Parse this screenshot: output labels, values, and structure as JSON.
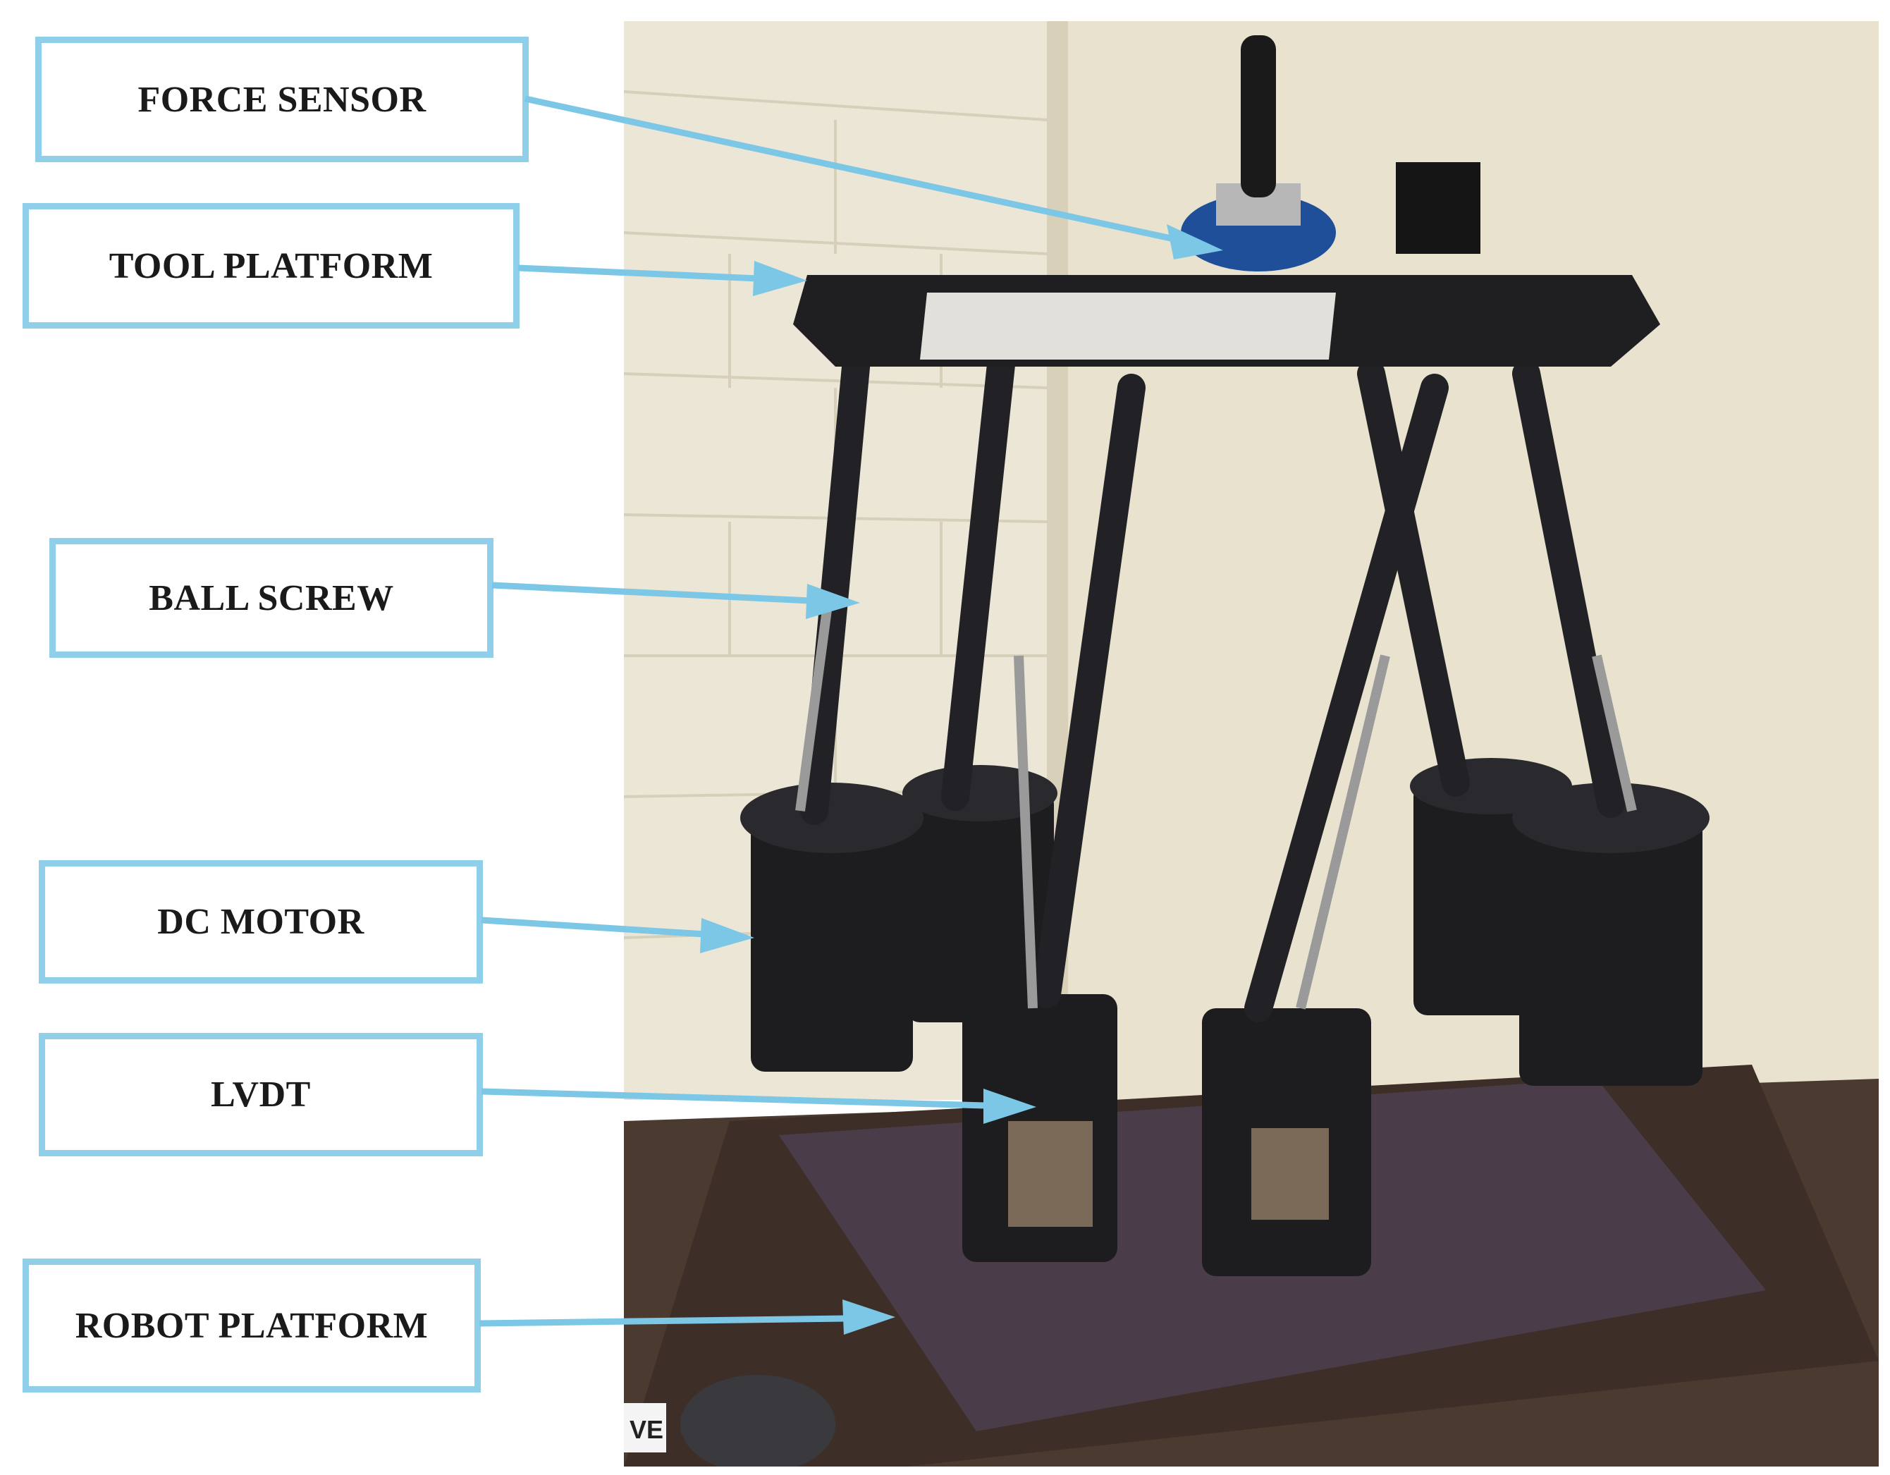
{
  "labels": {
    "force_sensor": "FORCE SENSOR",
    "tool_platform": "TOOL PLATFORM",
    "ball_screw": "BALL SCREW",
    "dc_motor": "DC MOTOR",
    "lvdt": "LVDT",
    "robot_platform": "ROBOT PLATFORM"
  },
  "photo": {
    "screen_tag": "VE"
  },
  "colors": {
    "label_border": "#8fcfe9",
    "arrow": "#7cc6e6"
  }
}
